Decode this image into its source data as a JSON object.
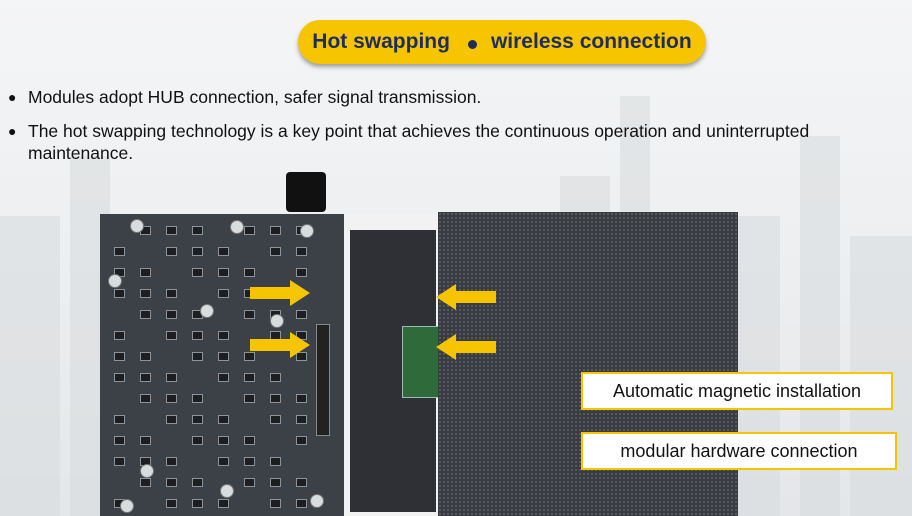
{
  "title": {
    "left": "Hot swapping",
    "right": "wireless connection"
  },
  "bullets": [
    "Modules adopt HUB connection, safer signal transmission.",
    "The hot swapping technology is a key point that achieves the continuous operation and uninterrupted maintenance."
  ],
  "labels": {
    "magnetic": "Automatic magnetic installation",
    "modular": "modular hardware connection"
  },
  "colors": {
    "accent": "#f7c400",
    "title_text": "#1f2d5c",
    "arrow": "#f7c400"
  },
  "icons": {
    "bullet": "bullet-dot-icon",
    "arrow_right": "arrow-right-icon",
    "arrow_left": "arrow-left-icon"
  }
}
